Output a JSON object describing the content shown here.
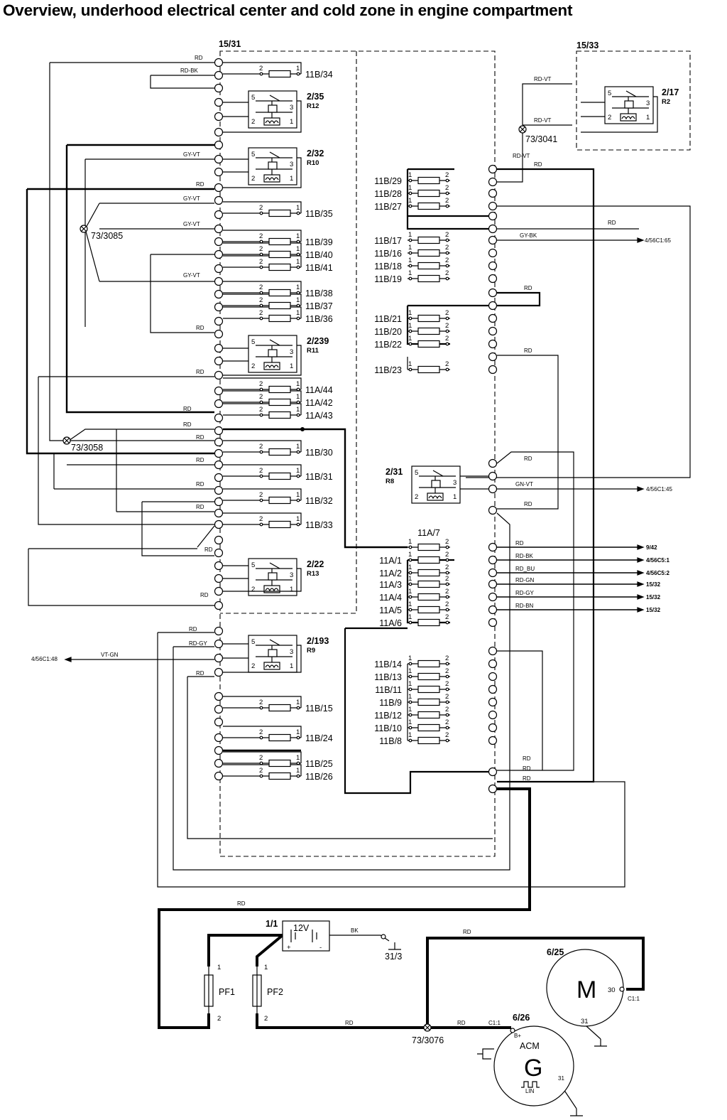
{
  "title": "Overview, underhood electrical center and cold zone in engine compartment",
  "centers": {
    "cem": "15/31",
    "aux": "15/33"
  },
  "wire_colors": {
    "RD": "RD",
    "RD_BK": "RD-BK",
    "GY_VT": "GY-VT",
    "RD_VT": "RD-VT",
    "GY_BK": "GY-BK",
    "GN_VT": "GN-VT",
    "RD_BU": "RD_BU",
    "RD_GN": "RD-GN",
    "RD_GY": "RD-GY",
    "RD_BN": "RD-BN",
    "VT_GN": "VT-GN",
    "BK": "BK"
  },
  "left_fuses": [
    {
      "id": "11B/34"
    },
    {
      "id": "11B/35"
    },
    {
      "id": "11B/39"
    },
    {
      "id": "11B/40"
    },
    {
      "id": "11B/41"
    },
    {
      "id": "11B/38"
    },
    {
      "id": "11B/37"
    },
    {
      "id": "11B/36"
    },
    {
      "id": "11A/44"
    },
    {
      "id": "11A/42"
    },
    {
      "id": "11A/43"
    },
    {
      "id": "11B/30"
    },
    {
      "id": "11B/31"
    },
    {
      "id": "11B/32"
    },
    {
      "id": "11B/33"
    },
    {
      "id": "11B/15"
    },
    {
      "id": "11B/24"
    },
    {
      "id": "11B/25"
    },
    {
      "id": "11B/26"
    }
  ],
  "right_fuses": [
    {
      "id": "11B/29"
    },
    {
      "id": "11B/28"
    },
    {
      "id": "11B/27"
    },
    {
      "id": "11B/17"
    },
    {
      "id": "11B/16"
    },
    {
      "id": "11B/18"
    },
    {
      "id": "11B/19"
    },
    {
      "id": "11B/21"
    },
    {
      "id": "11B/20"
    },
    {
      "id": "11B/22"
    },
    {
      "id": "11B/23"
    },
    {
      "id": "11A/7"
    },
    {
      "id": "11A/1"
    },
    {
      "id": "11A/2"
    },
    {
      "id": "11A/3"
    },
    {
      "id": "11A/4"
    },
    {
      "id": "11A/5"
    },
    {
      "id": "11A/6"
    },
    {
      "id": "11B/14"
    },
    {
      "id": "11B/13"
    },
    {
      "id": "11B/11"
    },
    {
      "id": "11B/9"
    },
    {
      "id": "11B/12"
    },
    {
      "id": "11B/10"
    },
    {
      "id": "11B/8"
    }
  ],
  "relays": [
    {
      "ref": "2/35",
      "name": "R12"
    },
    {
      "ref": "2/32",
      "name": "R10"
    },
    {
      "ref": "2/239",
      "name": "R11"
    },
    {
      "ref": "2/22",
      "name": "R13"
    },
    {
      "ref": "2/193",
      "name": "R9"
    },
    {
      "ref": "2/17",
      "name": "R2"
    },
    {
      "ref": "2/31",
      "name": "R8"
    }
  ],
  "splices": [
    "73/3085",
    "73/3058",
    "73/3041",
    "73/3076"
  ],
  "destinations": {
    "gy_bk": "4/56C1:65",
    "gn_vt": "4/56C1:45",
    "rd": "9/42",
    "rd_bk": "4/56C5:1",
    "rd_bu": "4/56C5:2",
    "rd_gn": "15/32",
    "rd_gy": "15/32",
    "rd_bn": "15/32",
    "vt_gn": "4/56C1:48"
  },
  "battery": {
    "ref": "1/1",
    "label": "12V",
    "plus": "+",
    "minus": "-",
    "ground": "31/3"
  },
  "fuse_blocks": [
    {
      "name": "PF1",
      "pin_top": "1",
      "pin_bottom": "2"
    },
    {
      "name": "PF2",
      "pin_top": "1",
      "pin_bottom": "2"
    }
  ],
  "motor": {
    "ref": "6/25",
    "letter": "M",
    "pin": "30",
    "connector": "C1:1",
    "ground_pin": "31"
  },
  "generator": {
    "ref": "6/26",
    "letter": "G",
    "name": "ACM",
    "bplus": "B+",
    "connector": "C1:1",
    "ground_pin": "31",
    "lin": "LIN"
  },
  "relay_pins": {
    "p5": "5",
    "p3": "3",
    "p2": "2",
    "p1": "1"
  },
  "fuse_pins": {
    "a": "1",
    "b": "2"
  }
}
